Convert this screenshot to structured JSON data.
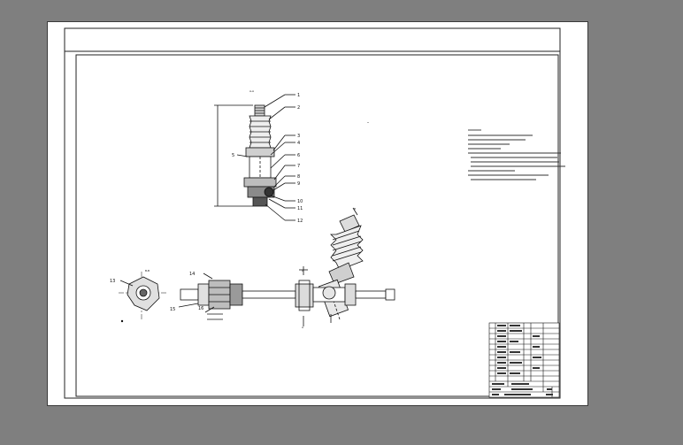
{
  "window": {
    "background": "#7f7f7f",
    "sheet_color": "#ffffff",
    "line_color": "#1a1a1a"
  },
  "balloons": [
    "1",
    "2",
    "3",
    "4",
    "5",
    "6",
    "7",
    "8",
    "9",
    "10",
    "11",
    "12",
    "13",
    "14",
    "15",
    "16"
  ],
  "section_labels": {
    "top_view": "A-A",
    "side_view": "B-B",
    "cut_a": "A",
    "cut_b": "B"
  }
}
